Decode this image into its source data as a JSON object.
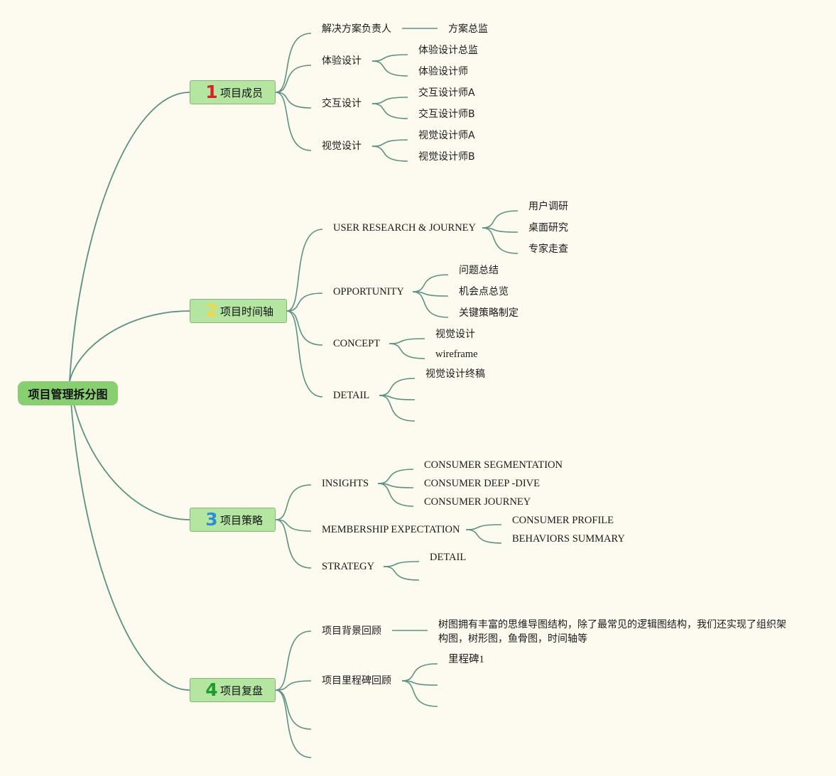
{
  "root": {
    "label": "项目管理拆分图"
  },
  "branches": [
    {
      "number": "1",
      "number_color": "#d6202c",
      "label": "项目成员",
      "children": [
        {
          "label": "解决方案负责人",
          "children": [
            "方案总监"
          ]
        },
        {
          "label": "体验设计",
          "children": [
            "体验设计总监",
            "体验设计师"
          ]
        },
        {
          "label": "交互设计",
          "children": [
            "交互设计师A",
            "交互设计师B"
          ]
        },
        {
          "label": "视觉设计",
          "children": [
            "视觉设计师A",
            "视觉设计师B"
          ]
        }
      ]
    },
    {
      "number": "2",
      "number_color": "#f1d64a",
      "label": "项目时间轴",
      "children": [
        {
          "label": "USER RESEARCH & JOURNEY",
          "children": [
            "用户调研",
            "桌面研究",
            "专家走查"
          ]
        },
        {
          "label": "OPPORTUNITY",
          "children": [
            "问题总结",
            "机会点总览",
            "关键策略制定"
          ]
        },
        {
          "label": "CONCEPT",
          "children": [
            "视觉设计",
            "wireframe"
          ]
        },
        {
          "label": "DETAIL",
          "children": [
            "视觉设计终稿",
            "",
            ""
          ]
        }
      ]
    },
    {
      "number": "3",
      "number_color": "#2a8fd8",
      "label": "项目策略",
      "children": [
        {
          "label": "INSIGHTS",
          "children": [
            "CONSUMER SEGMENTATION",
            "CONSUMER DEEP -DIVE",
            "CONSUMER JOURNEY"
          ]
        },
        {
          "label": "MEMBERSHIP EXPECTATION",
          "children": [
            "CONSUMER PROFILE",
            "BEHAVIORS SUMMARY"
          ]
        },
        {
          "label": "STRATEGY",
          "children": [
            "DETAIL",
            ""
          ]
        }
      ]
    },
    {
      "number": "4",
      "number_color": "#1f9b2e",
      "label": "项目复盘",
      "children": [
        {
          "label": "项目背景回顾",
          "children": [
            "树图拥有丰富的思维导图结构，除了最常见的逻辑图结构，我们还实现了组织架构图，树形图，鱼骨图，时间轴等"
          ]
        },
        {
          "label": "项目里程碑回顾",
          "children": [
            "里程碑1",
            "",
            ""
          ]
        },
        {
          "label": "",
          "children": []
        },
        {
          "label": "",
          "children": []
        }
      ]
    }
  ],
  "colors": {
    "edge": "#5a9384",
    "root_fill": "#88cf71",
    "branch_fill": "#b4e6a2",
    "background": "#fdfbf0"
  }
}
